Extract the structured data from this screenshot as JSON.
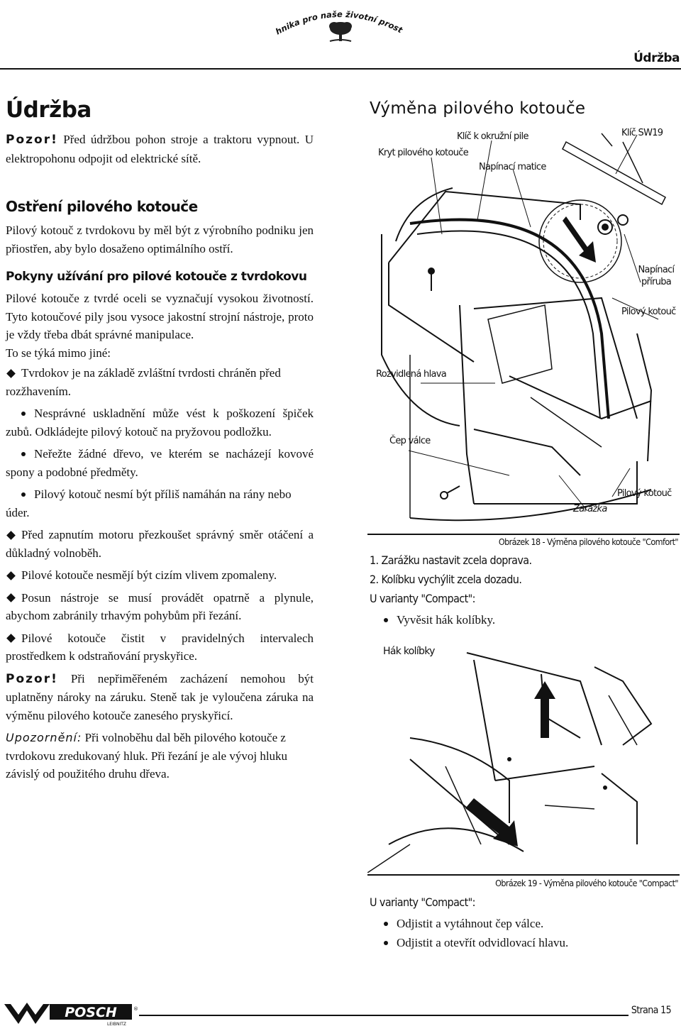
{
  "header": {
    "logo_text": "Technika pro naše životní prostředí",
    "section": "Údržba"
  },
  "left": {
    "title": "Údržba",
    "pozor1_label": "Pozor!",
    "pozor1_text": "Před údržbou pohon stroje a traktoru vypnout. U elektropohonu odpojit od elektrické sítě.",
    "sharpen_heading": "Ostření pilového kotouče",
    "sharpen_text": "Pilový kotouč z tvrdokovu by měl být z výrobního podniku jen přiostřen, aby bylo dosaženo optimálního ostří.",
    "usage_heading": "Pokyny užívání pro pilové kotouče z tvrdokovu",
    "usage_text": "Pilové kotouče z tvrdé oceli se vyznačují vysokou životností. Tyto kotoučové pily jsou vysoce jakostní strojní nástroje, proto je vždy třeba dbát správné manipulace.",
    "also_text": "To se týká mimo jiné:",
    "item1": "Tvrdokov je na základě zvláštní tvrdosti chráněn před rozžhavením.",
    "sub1": "Nesprávné uskladnění může vést k poškození špiček zubů. Odkládejte pilový kotouč na pryžovou podložku.",
    "sub2": "Neřežte žádné dřevo, ve kterém se nacházejí kovové spony a podobné předměty.",
    "sub3": "Pilový kotouč nesmí být příliš namáhán na rány nebo úder.",
    "item2": "Před zapnutím motoru přezkoušet správný směr otáčení a důkladný volnoběh.",
    "item3": "Pilové kotouče nesmějí být cizím vlivem zpomaleny.",
    "item4": "Posun nástroje se musí provádět opatrně a plynule, abychom zabránily trhavým pohybům při řezání.",
    "item5": "Pilové kotouče čistit v pravidelných intervalech prostředkem k odstraňování pryskyřice.",
    "pozor2_label": "Pozor!",
    "pozor2_text": "Při nepřiměřeném zacházení nemohou být uplatněny nároky na záruku. Steně tak je vyloučena záruka na výměnu pilového kotouče zanesého pryskyřicí.",
    "note_label": "Upozornění:",
    "note_text": "Při volnoběhu dal běh pilového kotouče z tvrdokovu zredukovaný hluk. Při řezání je ale vývoj hluku závislý od použitého druhu dřeva."
  },
  "right": {
    "heading": "Výměna pilového kotouče",
    "labels": {
      "key_ring": "Klíč k okružní pile",
      "key_sw19": "Klíč SW19",
      "guard": "Kryt pilového kotouče",
      "nut": "Napínací matice",
      "flange": "Napínací příruba",
      "blade1": "Pilový kotouč",
      "head": "Rozvidlená hlava",
      "pin": "Čep válce",
      "blade2": "Pilový kotouč",
      "stop": "Zarážka"
    },
    "fig18_caption": "Obrázek 18 - Výměna pilového kotouče \"Comfort\"",
    "step1": "1. Zarážku nastavit zcela doprava.",
    "step2": "2. Kolíbku vychýlit zcela dozadu.",
    "compact1_heading": "U varianty \"Compact\":",
    "compact1_item": "Vyvěsit hák kolíbky.",
    "hook_label": "Hák kolíbky",
    "fig19_caption": "Obrázek 19 - Výměna pilového kotouče \"Compact\"",
    "compact2_heading": "U varianty \"Compact\":",
    "compact2_item1": "Odjistit a vytáhnout čep válce.",
    "compact2_item2": "Odjistit a otevřít odvidlovací hlavu."
  },
  "footer": {
    "brand": "POSCH",
    "brand_sub": "LEIBNITZ",
    "page": "Strana 15"
  }
}
